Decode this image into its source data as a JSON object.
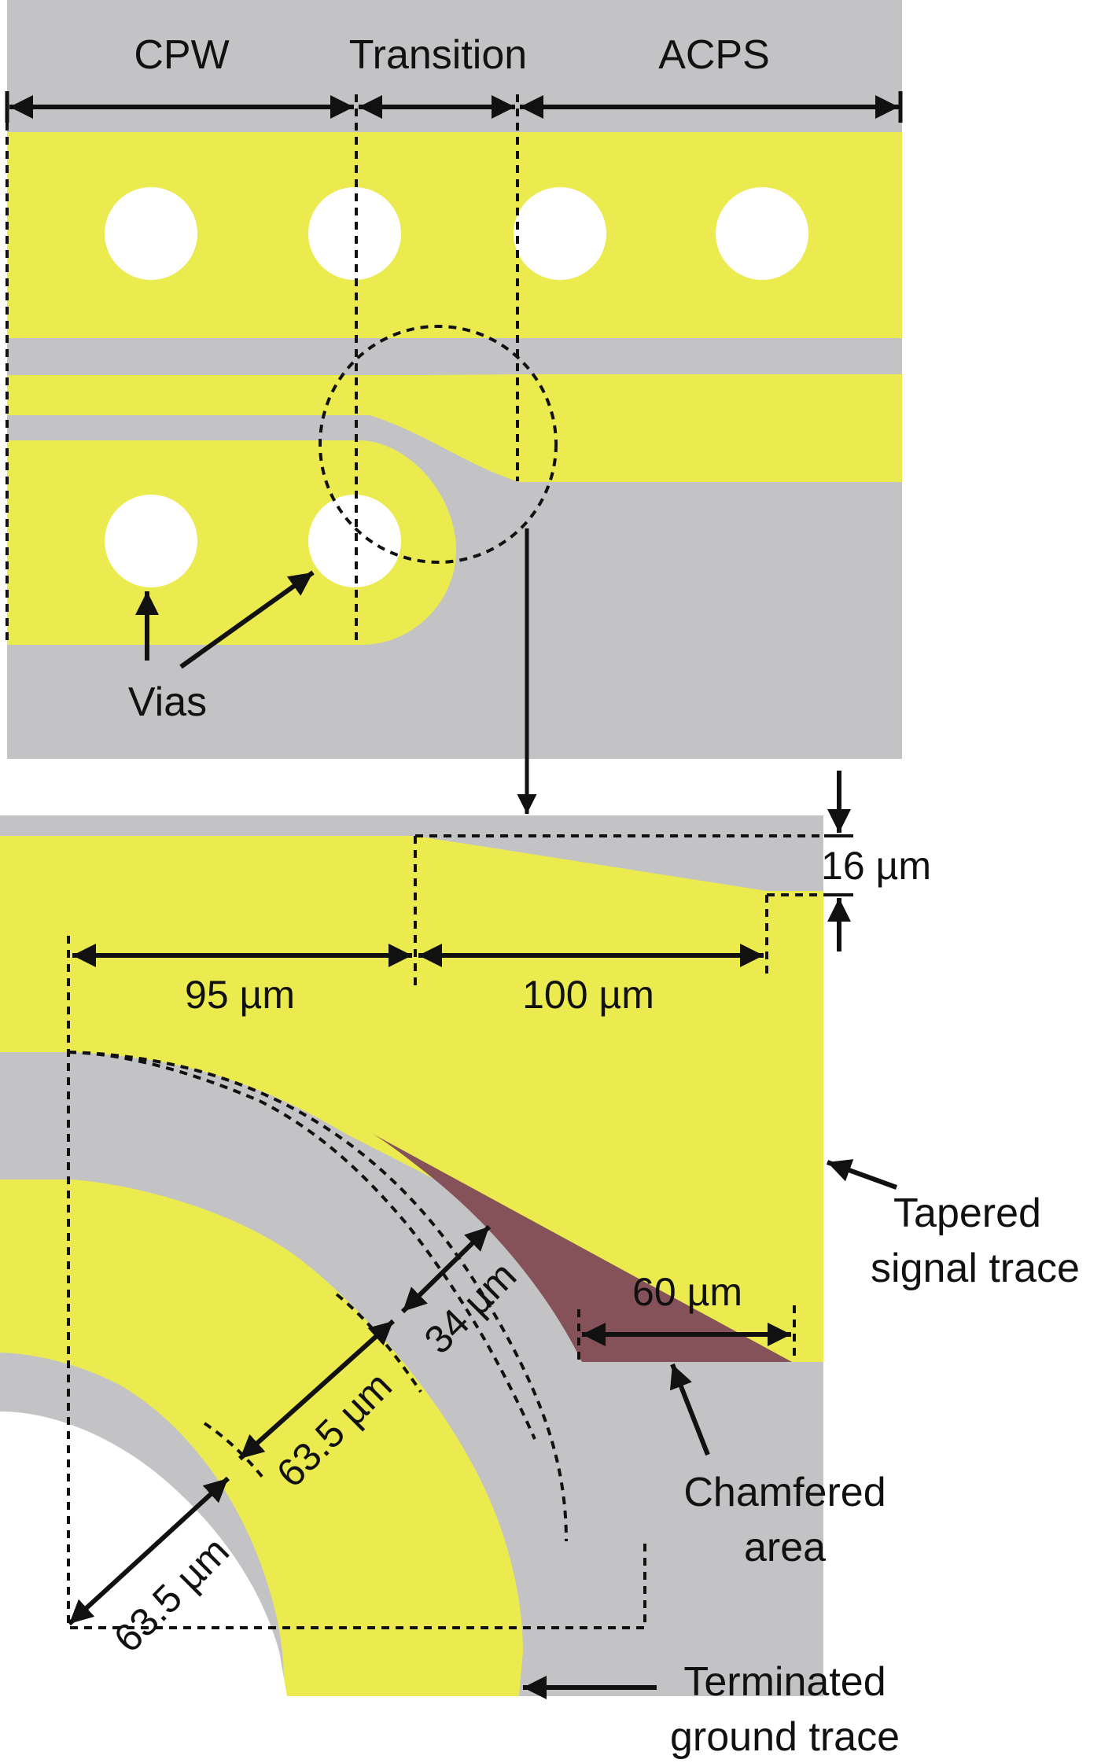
{
  "top": {
    "sections": [
      "CPW",
      "Transition",
      "ACPS"
    ],
    "vias_label": "Vias"
  },
  "detail": {
    "dim_16": "16 µm",
    "dim_95": "95 µm",
    "dim_100": "100 µm",
    "dim_60": "60 µm",
    "dim_34": "34 µm",
    "dim_63a": "63.5 µm",
    "dim_63b": "63.5 µm",
    "tapered_line1": "Tapered",
    "tapered_line2": "signal trace",
    "chamfer_line1": "Chamfered",
    "chamfer_line2": "area",
    "ground_line1": "Terminated",
    "ground_line2": "ground trace"
  },
  "colors": {
    "metal": "#ebeb4f",
    "substrate": "#c3c3c6",
    "chamfer": "#86525a",
    "hole": "#ffffff",
    "ink": "#111111"
  }
}
